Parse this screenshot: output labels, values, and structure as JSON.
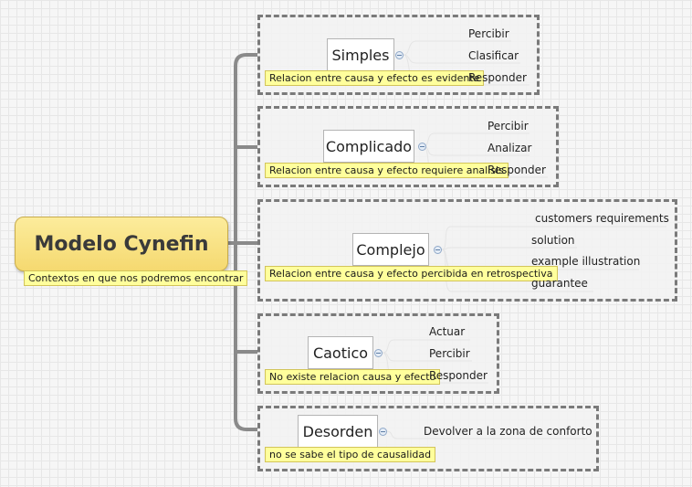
{
  "root": {
    "title": "Modelo Cynefin",
    "note": "Contextos en que nos podremos encontrar"
  },
  "branches": [
    {
      "label": "Simples",
      "note": "Relacion entre causa y efecto es evidente",
      "children": [
        "Percibir",
        "Clasificar",
        "Responder"
      ]
    },
    {
      "label": "Complicado",
      "note": "Relacion entre causa y efecto requiere analisis",
      "children": [
        "Percibir",
        "Analizar",
        "Responder"
      ]
    },
    {
      "label": "Complejo",
      "note": "Relacion entre causa y efecto percibida en retrospectiva",
      "children": [
        "customers requirements",
        "solution",
        "example illustration",
        "guarantee"
      ]
    },
    {
      "label": "Caotico",
      "note": "No existe relacion causa y efecto",
      "children": [
        "Actuar",
        "Percibir",
        "Responder"
      ]
    },
    {
      "label": "Desorden",
      "note": "no se sabe el tipo de causalidad",
      "children": [
        "Devolver a la zona de conforto"
      ]
    }
  ],
  "colors": {
    "root_fill": "#f8e08a",
    "note_fill": "#ffff9c",
    "boundary_border": "#7a7a7a",
    "trunk": "#8a8a8a"
  }
}
